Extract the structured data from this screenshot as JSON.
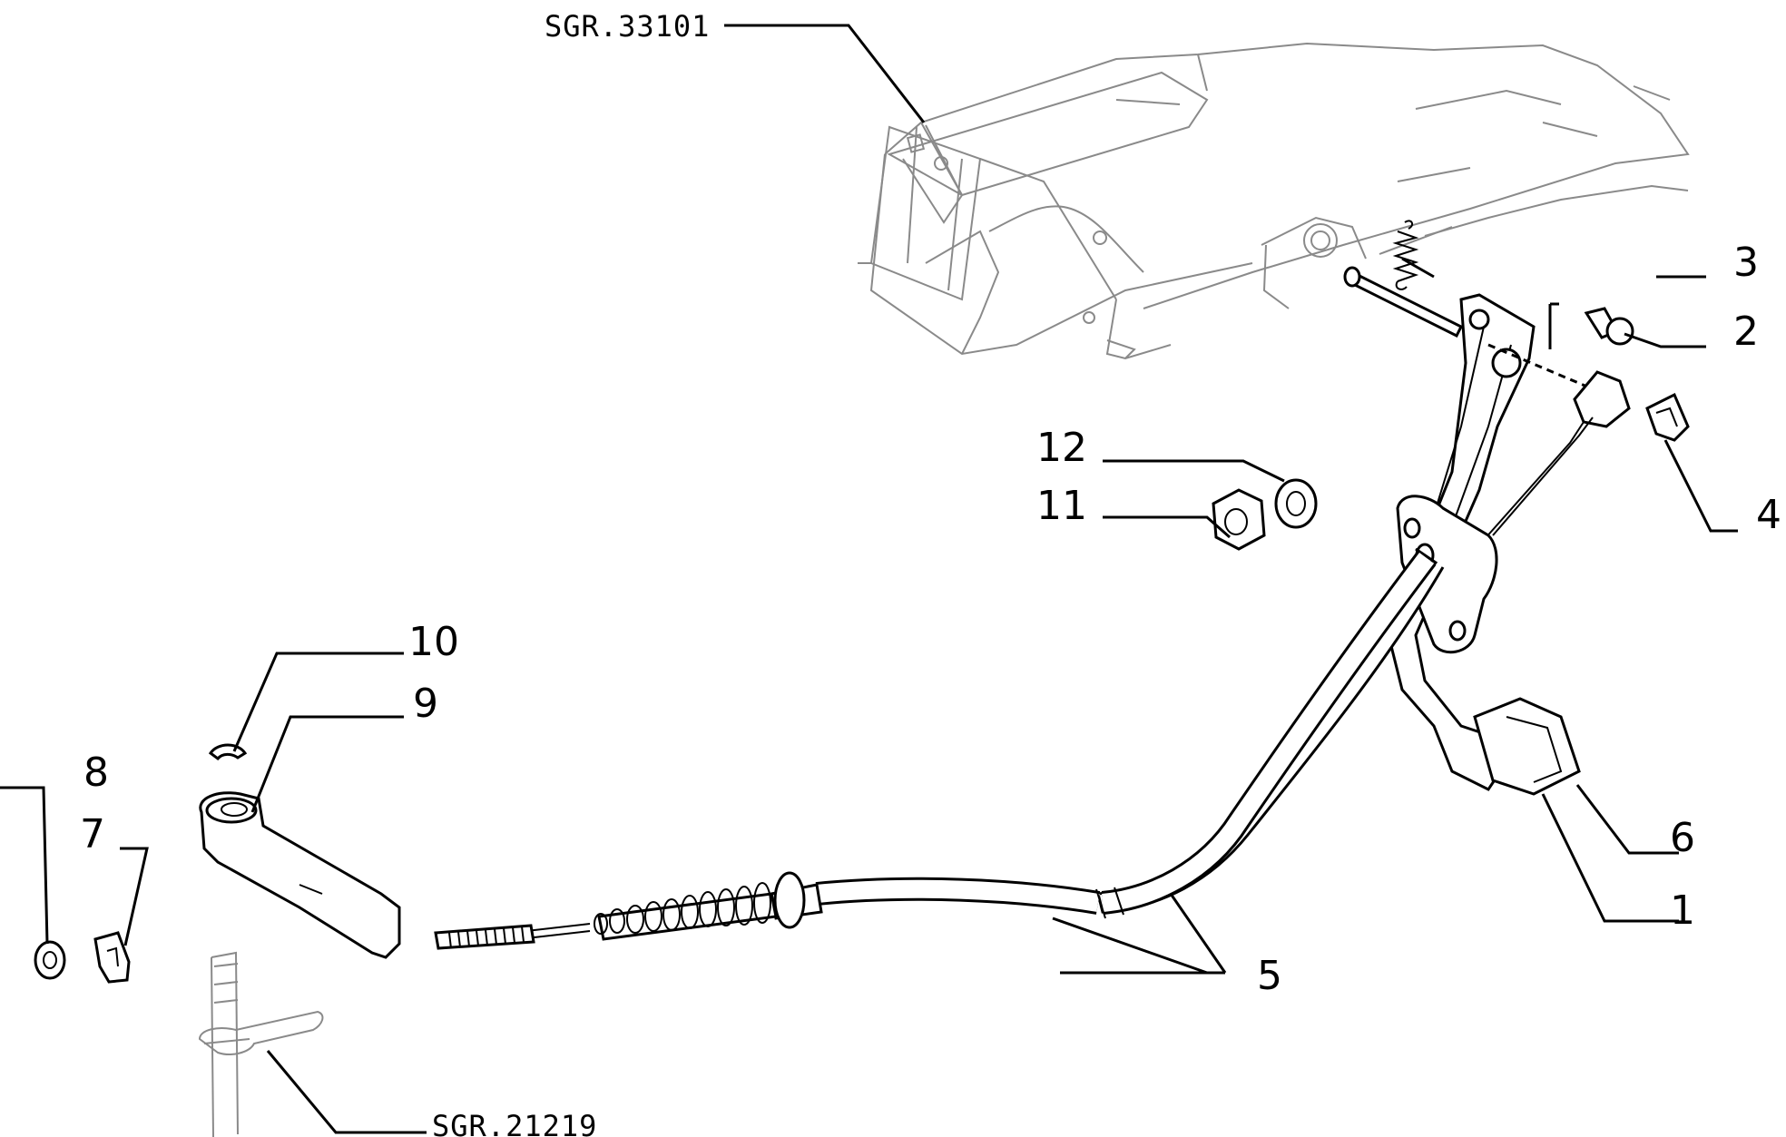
{
  "diagram": {
    "references": {
      "top": "SGR.33101",
      "bottom": "SGR.21219"
    },
    "callouts": [
      {
        "id": "1",
        "text": "1"
      },
      {
        "id": "2",
        "text": "2"
      },
      {
        "id": "3",
        "text": "3"
      },
      {
        "id": "4",
        "text": "4"
      },
      {
        "id": "5",
        "text": "5"
      },
      {
        "id": "6",
        "text": "6"
      },
      {
        "id": "7",
        "text": "7"
      },
      {
        "id": "8",
        "text": "8"
      },
      {
        "id": "9",
        "text": "9"
      },
      {
        "id": "10",
        "text": "10"
      },
      {
        "id": "11",
        "text": "11"
      },
      {
        "id": "12",
        "text": "12"
      }
    ]
  }
}
